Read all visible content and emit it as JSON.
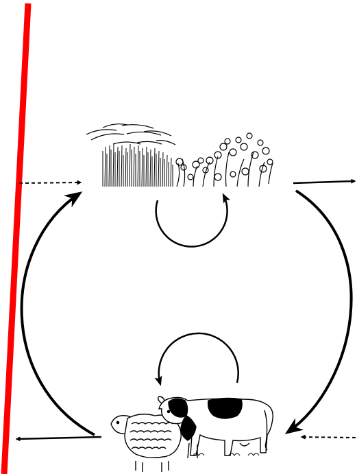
{
  "diagram": {
    "type": "cycle",
    "nodes": [
      {
        "id": "pasture",
        "icon": "grass-and-clover-illustration"
      },
      {
        "id": "livestock",
        "icon": "sheep-and-cow-illustration"
      }
    ],
    "edges": [
      {
        "from": "pasture",
        "to": "pasture",
        "style": "solid",
        "kind": "self-loop"
      },
      {
        "from": "livestock",
        "to": "livestock",
        "style": "solid",
        "kind": "self-loop"
      },
      {
        "from": "pasture",
        "to": "livestock",
        "style": "solid"
      },
      {
        "from": "livestock",
        "to": "pasture",
        "style": "solid"
      },
      {
        "from": "external",
        "to": "pasture",
        "style": "dashed",
        "kind": "input"
      },
      {
        "from": "pasture",
        "to": "external",
        "style": "solid",
        "kind": "output"
      },
      {
        "from": "external",
        "to": "livestock",
        "style": "dashed",
        "kind": "input"
      },
      {
        "from": "livestock",
        "to": "external",
        "style": "solid",
        "kind": "output"
      }
    ],
    "colors": {
      "boundary_line": "#ff0000",
      "ink": "#000000"
    }
  }
}
